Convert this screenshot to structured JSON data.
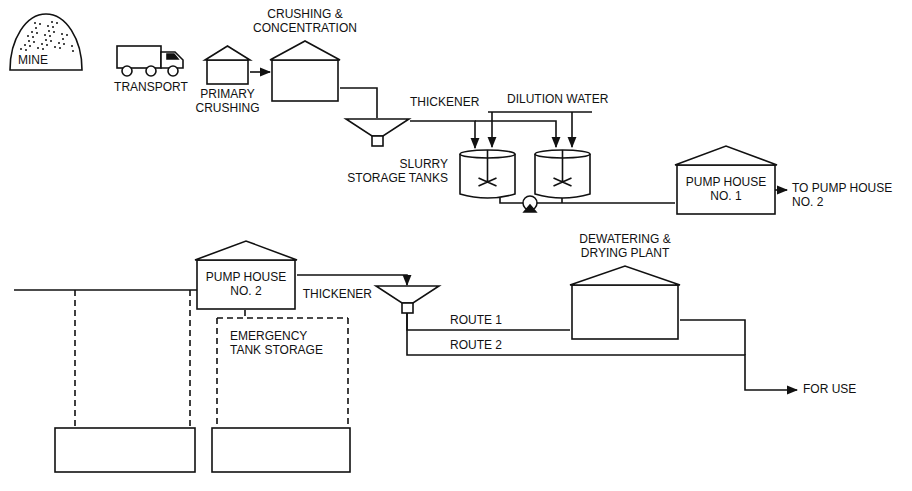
{
  "diagram": {
    "nodes": [
      {
        "text": [
          "MINE"
        ]
      },
      {
        "text": [
          "TRANSPORT"
        ]
      },
      {
        "text": [
          "PRIMARY CRUSHING"
        ]
      },
      {
        "text": [
          "CRUSHING & CONCENTRATION"
        ]
      },
      {
        "text": [
          "THICKENER"
        ]
      },
      {
        "text": [
          "SLURRY STORAGE TANKS"
        ]
      },
      {
        "text": [
          "PUMP HOUSE NO. 1"
        ]
      },
      {
        "text": [
          "PUMP HOUSE NO. 2"
        ]
      },
      {
        "text": [
          "EMERGENCY TANK STORAGE"
        ]
      },
      {
        "text": [
          "THICKENER"
        ]
      },
      {
        "text": [
          "DEWATERING & DRYING PLANT"
        ]
      }
    ],
    "edges": [
      {
        "from": 2,
        "to": 3,
        "arrow": "to"
      },
      {
        "from": 3,
        "to": 4,
        "arrow": "none"
      },
      {
        "from": 4,
        "to": 5,
        "arrow": "to"
      },
      {
        "from": 5,
        "to": 6,
        "arrow": "none"
      },
      {
        "from": 7,
        "to": 9,
        "arrow": "to"
      },
      {
        "from": 7,
        "to": 8,
        "arrow": "none"
      },
      {
        "from": 9,
        "to": 10,
        "label": "ROUTE 1",
        "arrow": "none"
      }
    ],
    "labels": [
      "DILUTION WATER",
      "TO PUMP HOUSE NO. 2",
      "ROUTE 2",
      "FOR USE"
    ]
  }
}
